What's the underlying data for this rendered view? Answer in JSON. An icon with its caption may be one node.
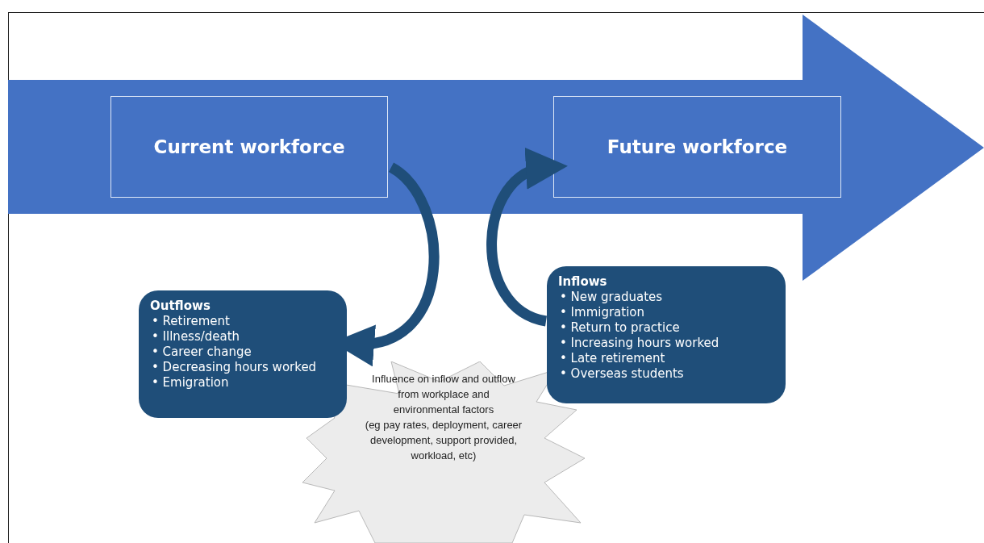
{
  "diagram": {
    "nodes": [
      {
        "text": [],
        "shape": "arrow"
      },
      {
        "text": [
          "Current workforce"
        ],
        "in": 0
      },
      {
        "text": [
          "Future workforce"
        ],
        "in": 0
      },
      {
        "text": [
          "Outflows",
          "• Retirement",
          "• Illness/death",
          "• Career change",
          "• Decreasing hours worked",
          "• Emigration"
        ]
      },
      {
        "text": [
          "Inflows",
          "• New graduates",
          "• Immigration",
          "• Return to practice",
          "• Increasing hours worked",
          "• Late retirement",
          "• Overseas students"
        ]
      },
      {
        "text": [
          "Influence on inflow and outflow from workplace and environmental factors",
          "(eg pay rates, deployment, career development, support provided, workload, etc)"
        ]
      }
    ],
    "edges": [
      {
        "from": 1,
        "to": 3,
        "arrow": "to"
      },
      {
        "from": 4,
        "to": 2,
        "arrow": "to"
      }
    ]
  }
}
